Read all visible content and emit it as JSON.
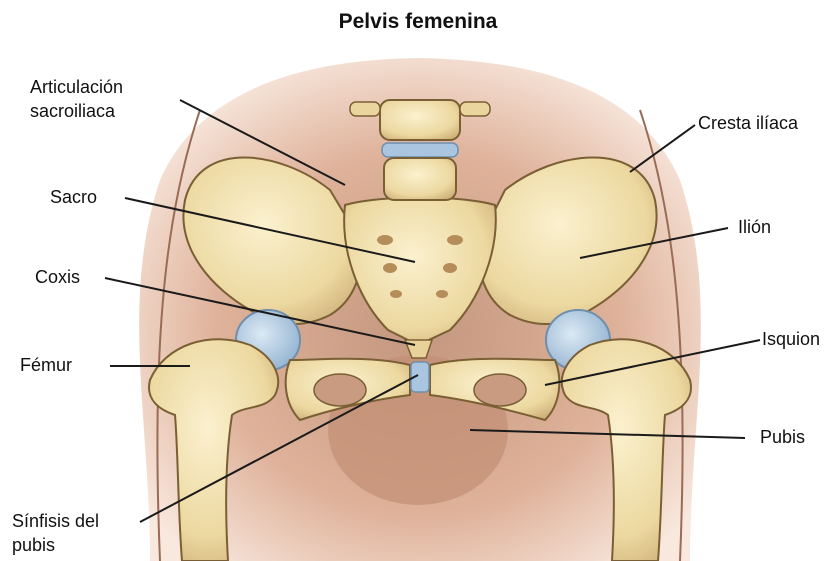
{
  "title": "Pelvis femenina",
  "labels": {
    "articulacion_l1": "Articulación",
    "articulacion_l2": "sacroiliaca",
    "sacro": "Sacro",
    "coxis": "Coxis",
    "femur": "Fémur",
    "sinfisis_l1": "Sínfisis del",
    "sinfisis_l2": "pubis",
    "cresta": "Cresta ilíaca",
    "ilion": "Ilión",
    "isquion": "Isquion",
    "pubis": "Pubis"
  },
  "colors": {
    "bone": "#f0deac",
    "bone_dark": "#d6bd82",
    "bone_outline": "#7a5f35",
    "skin": "#e6b89e",
    "cartilage": "#a9c5df",
    "leader_line": "#1a1a1a"
  }
}
